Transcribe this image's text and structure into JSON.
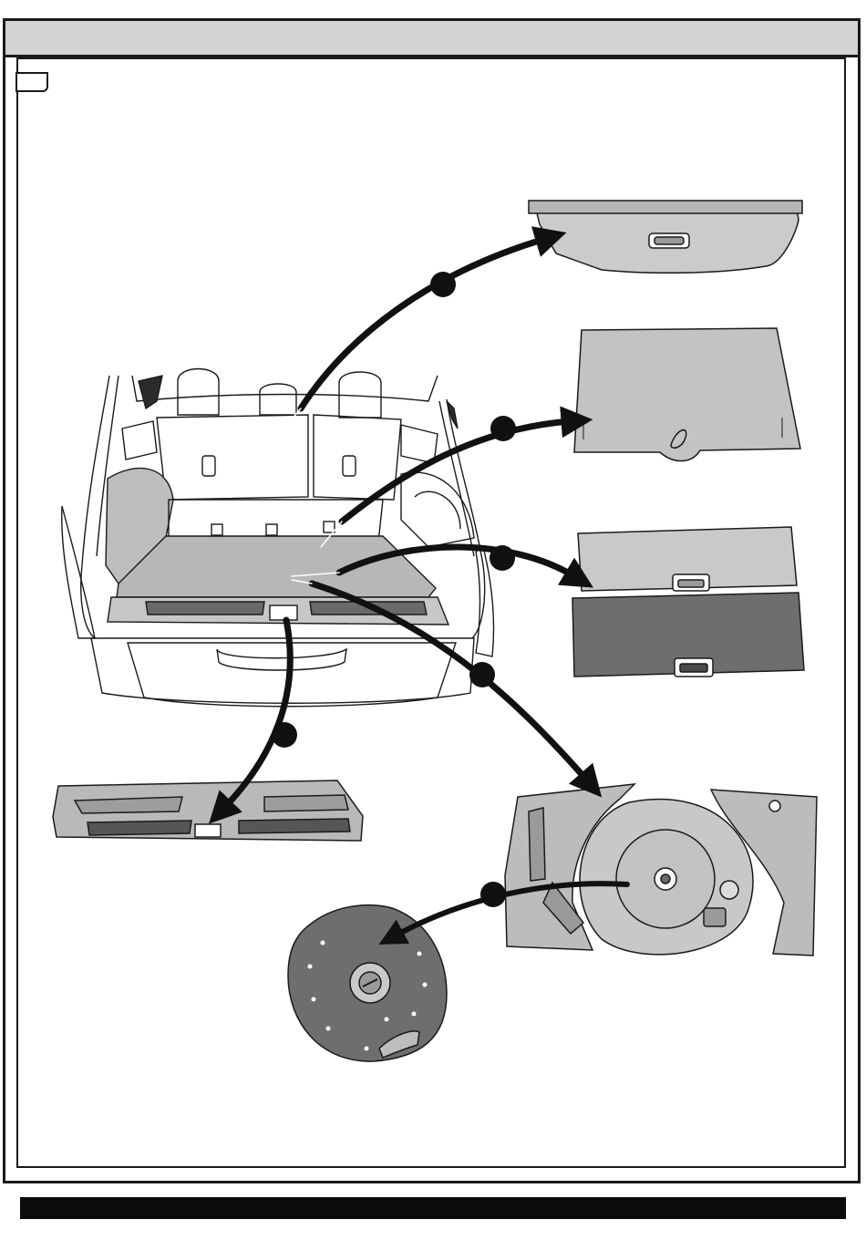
{
  "header": {
    "title": ""
  },
  "figure": {
    "callout_count": 6,
    "parts": [
      "luggage-cover",
      "cargo-mat",
      "two-piece-cargo-floor",
      "rear-sill-trim",
      "spare-tyre-well-trays",
      "spare-tyre-well-cover"
    ]
  },
  "colors": {
    "line": "#1a1a1a",
    "header": "#d3d3d3",
    "part_light": "#cbcbcb",
    "part_mid": "#b5b5b5",
    "part_dark": "#6e6e6e",
    "callout": "#111111",
    "footer": "#0b0b0b"
  }
}
